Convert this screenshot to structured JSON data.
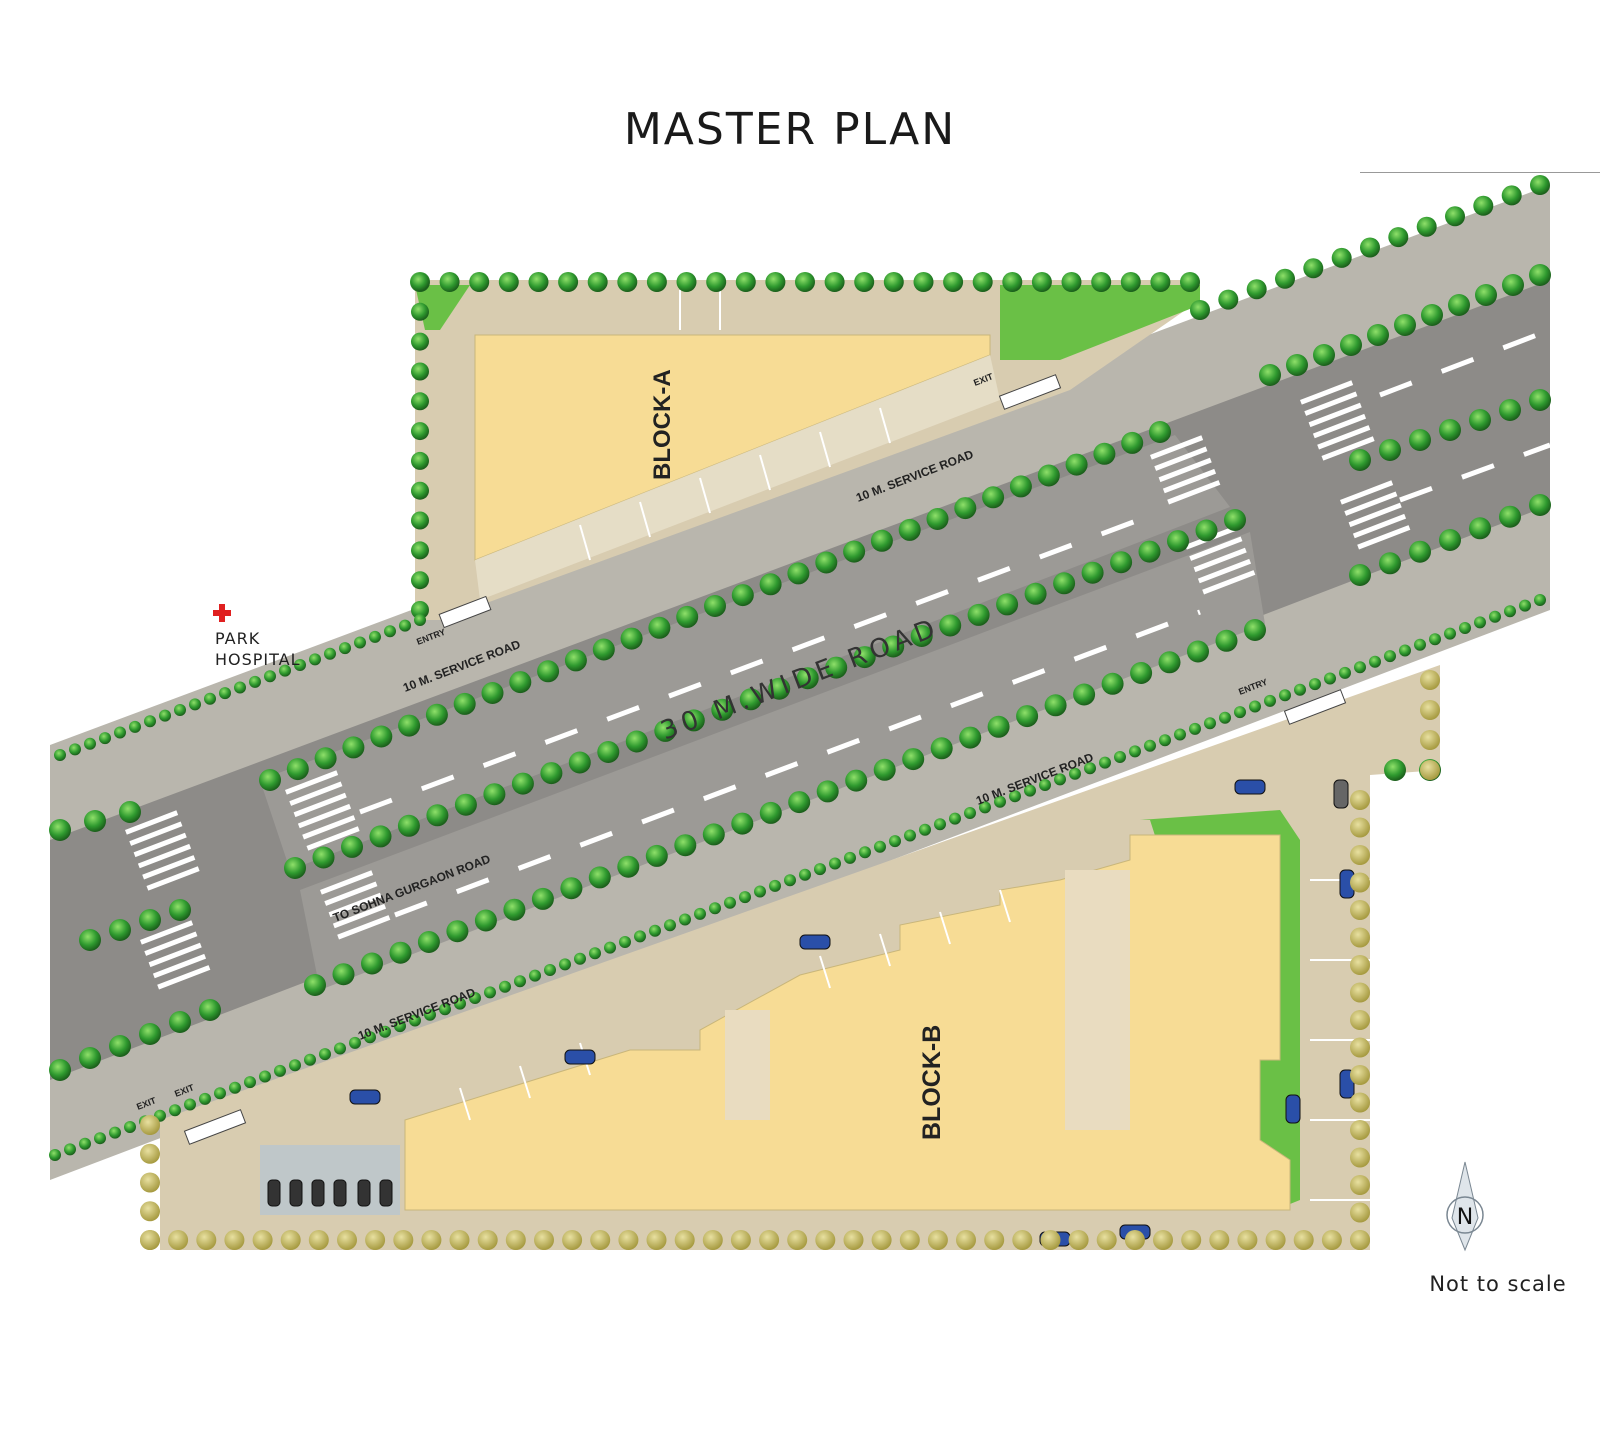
{
  "title": "MASTER PLAN",
  "blocks": {
    "block_a": "BLOCK-A",
    "block_b": "BLOCK-B"
  },
  "roads": {
    "main_road": "30 M.WIDE ROAD",
    "service_road": "10 M. SERVICE ROAD",
    "to_sohna": "TO SOHNA GURGAON ROAD"
  },
  "markers": {
    "entry": "ENTRY",
    "exit": "EXIT",
    "park": "PARK",
    "hospital": "HOSPITAL",
    "hospital_icon": "red-cross-icon"
  },
  "compass": {
    "letter": "N",
    "icon": "north-arrow-icon"
  },
  "scale_note": "Not to scale",
  "colors": {
    "road": "#8c8c8c",
    "service_road": "#b9b6ad",
    "building": "#f7dc95",
    "paving": "#d8ccb0",
    "tree": "#2f9a2f",
    "lawn": "#6ac046",
    "hospital_cross": "#e02020"
  }
}
